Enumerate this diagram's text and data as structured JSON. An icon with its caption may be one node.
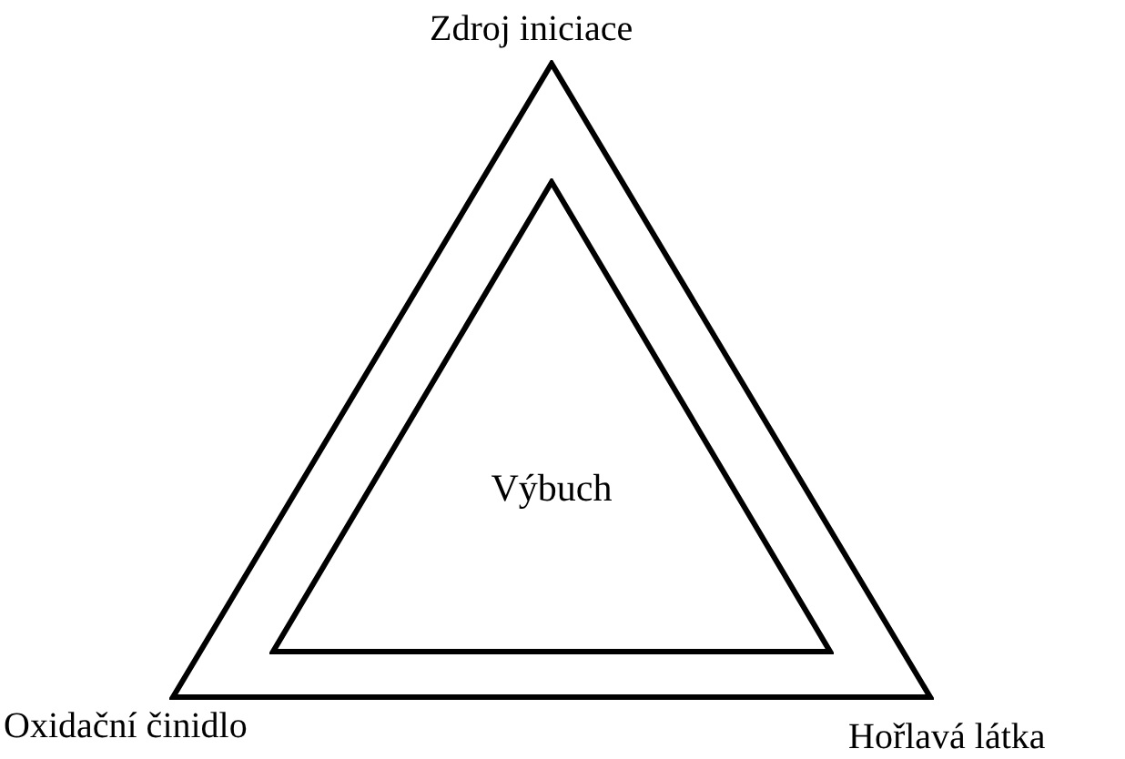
{
  "diagram": {
    "nodes": [
      {
        "text": [],
        "shape": "triangle"
      },
      {
        "text": [
          "Výbuch"
        ],
        "in": 0
      }
    ],
    "labels": [
      "Zdroj iniciace",
      "Oxidační činidlo",
      "Hořlavá látka"
    ]
  }
}
